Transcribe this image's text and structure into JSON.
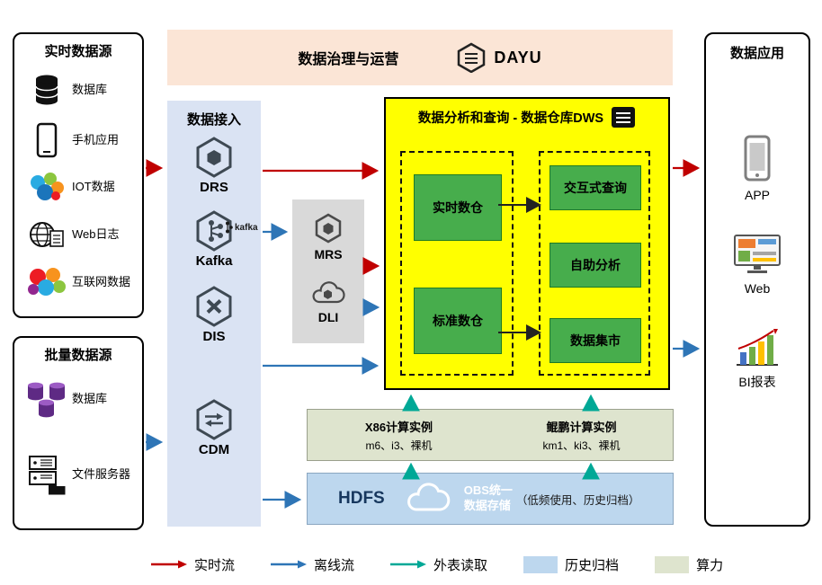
{
  "colors": {
    "realtime_flow": "#c00000",
    "offline_flow": "#2e75b6",
    "external_read": "#00a896",
    "history_archive_bg": "#bdd7ee",
    "compute_bg": "#dee4ce",
    "governance_bg": "#fbe5d6",
    "ingest_bg": "#dae3f3",
    "dws_bg": "#ffff00",
    "module_green": "#47ad4c",
    "middleware_bg": "#d9d9d9"
  },
  "realtime_sources": {
    "title": "实时数据源",
    "items": [
      {
        "label": "数据库",
        "icon": "database-icon"
      },
      {
        "label": "手机应用",
        "icon": "phone-icon"
      },
      {
        "label": "IOT数据",
        "icon": "iot-icon"
      },
      {
        "label": "Web日志",
        "icon": "web-log-icon"
      },
      {
        "label": "互联网数据",
        "icon": "internet-data-icon"
      }
    ]
  },
  "batch_sources": {
    "title": "批量数据源",
    "items": [
      {
        "label": "数据库",
        "icon": "purple-database-icon"
      },
      {
        "label": "文件服务器",
        "icon": "file-server-icon"
      }
    ]
  },
  "governance": {
    "title": "数据治理与运营",
    "brand": "DAYU"
  },
  "ingest": {
    "title": "数据接入",
    "items": [
      {
        "label": "DRS"
      },
      {
        "label": "Kafka",
        "badge": "kafka"
      },
      {
        "label": "DIS"
      },
      {
        "label": "CDM"
      }
    ]
  },
  "middleware": {
    "items": [
      {
        "label": "MRS"
      },
      {
        "label": "DLI"
      }
    ]
  },
  "dws": {
    "title": "数据分析和查询 - 数据仓库DWS",
    "left_modules": [
      {
        "label": "实时数仓"
      },
      {
        "label": "标准数仓"
      }
    ],
    "right_modules": [
      {
        "label": "交互式查询"
      },
      {
        "label": "自助分析"
      },
      {
        "label": "数据集市"
      }
    ]
  },
  "compute": {
    "x86_title": "X86计算实例",
    "x86_spec": "m6、i3、裸机",
    "kunpeng_title": "鲲鹏计算实例",
    "kunpeng_spec": "km1、ki3、裸机"
  },
  "storage": {
    "hdfs": "HDFS",
    "obs_line1": "OBS统一",
    "obs_line2": "数据存储",
    "obs_note": "（低频使用、历史归档）"
  },
  "apps": {
    "title": "数据应用",
    "items": [
      {
        "label": "APP"
      },
      {
        "label": "Web"
      },
      {
        "label": "BI报表"
      }
    ]
  },
  "legend": {
    "realtime": "实时流",
    "offline": "离线流",
    "external": "外表读取",
    "archive": "历史归档",
    "compute": "算力"
  }
}
